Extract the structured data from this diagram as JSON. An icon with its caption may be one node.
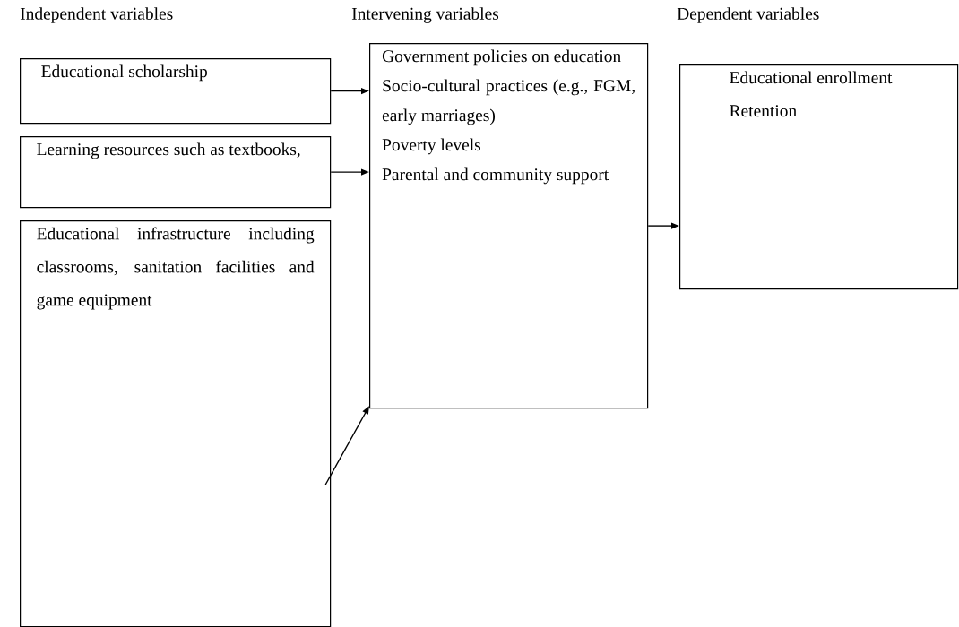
{
  "diagram": {
    "nodes": [
      {
        "text": [
          "Educational scholarship"
        ]
      },
      {
        "text": [
          "Learning resources such as textbooks,"
        ]
      },
      {
        "text": [
          "Educational infrastructure including classrooms, sanitation facilities and game equipment"
        ]
      },
      {
        "text": [
          "Government policies on education",
          "Socio-cultural practices (e.g., FGM, early marriages)",
          "Poverty levels",
          "Parental and community support"
        ]
      },
      {
        "text": [
          "Educational enrollment",
          "Retention"
        ]
      }
    ],
    "edges": [
      {
        "from": 0,
        "to": 3,
        "arrow": "to"
      },
      {
        "from": 1,
        "to": 3,
        "arrow": "to"
      },
      {
        "from": 2,
        "to": 3,
        "arrow": "to"
      },
      {
        "from": 3,
        "to": 4,
        "arrow": "to"
      }
    ],
    "labels": [
      "Independent variables",
      "Intervening variables",
      "Dependent variables"
    ]
  }
}
